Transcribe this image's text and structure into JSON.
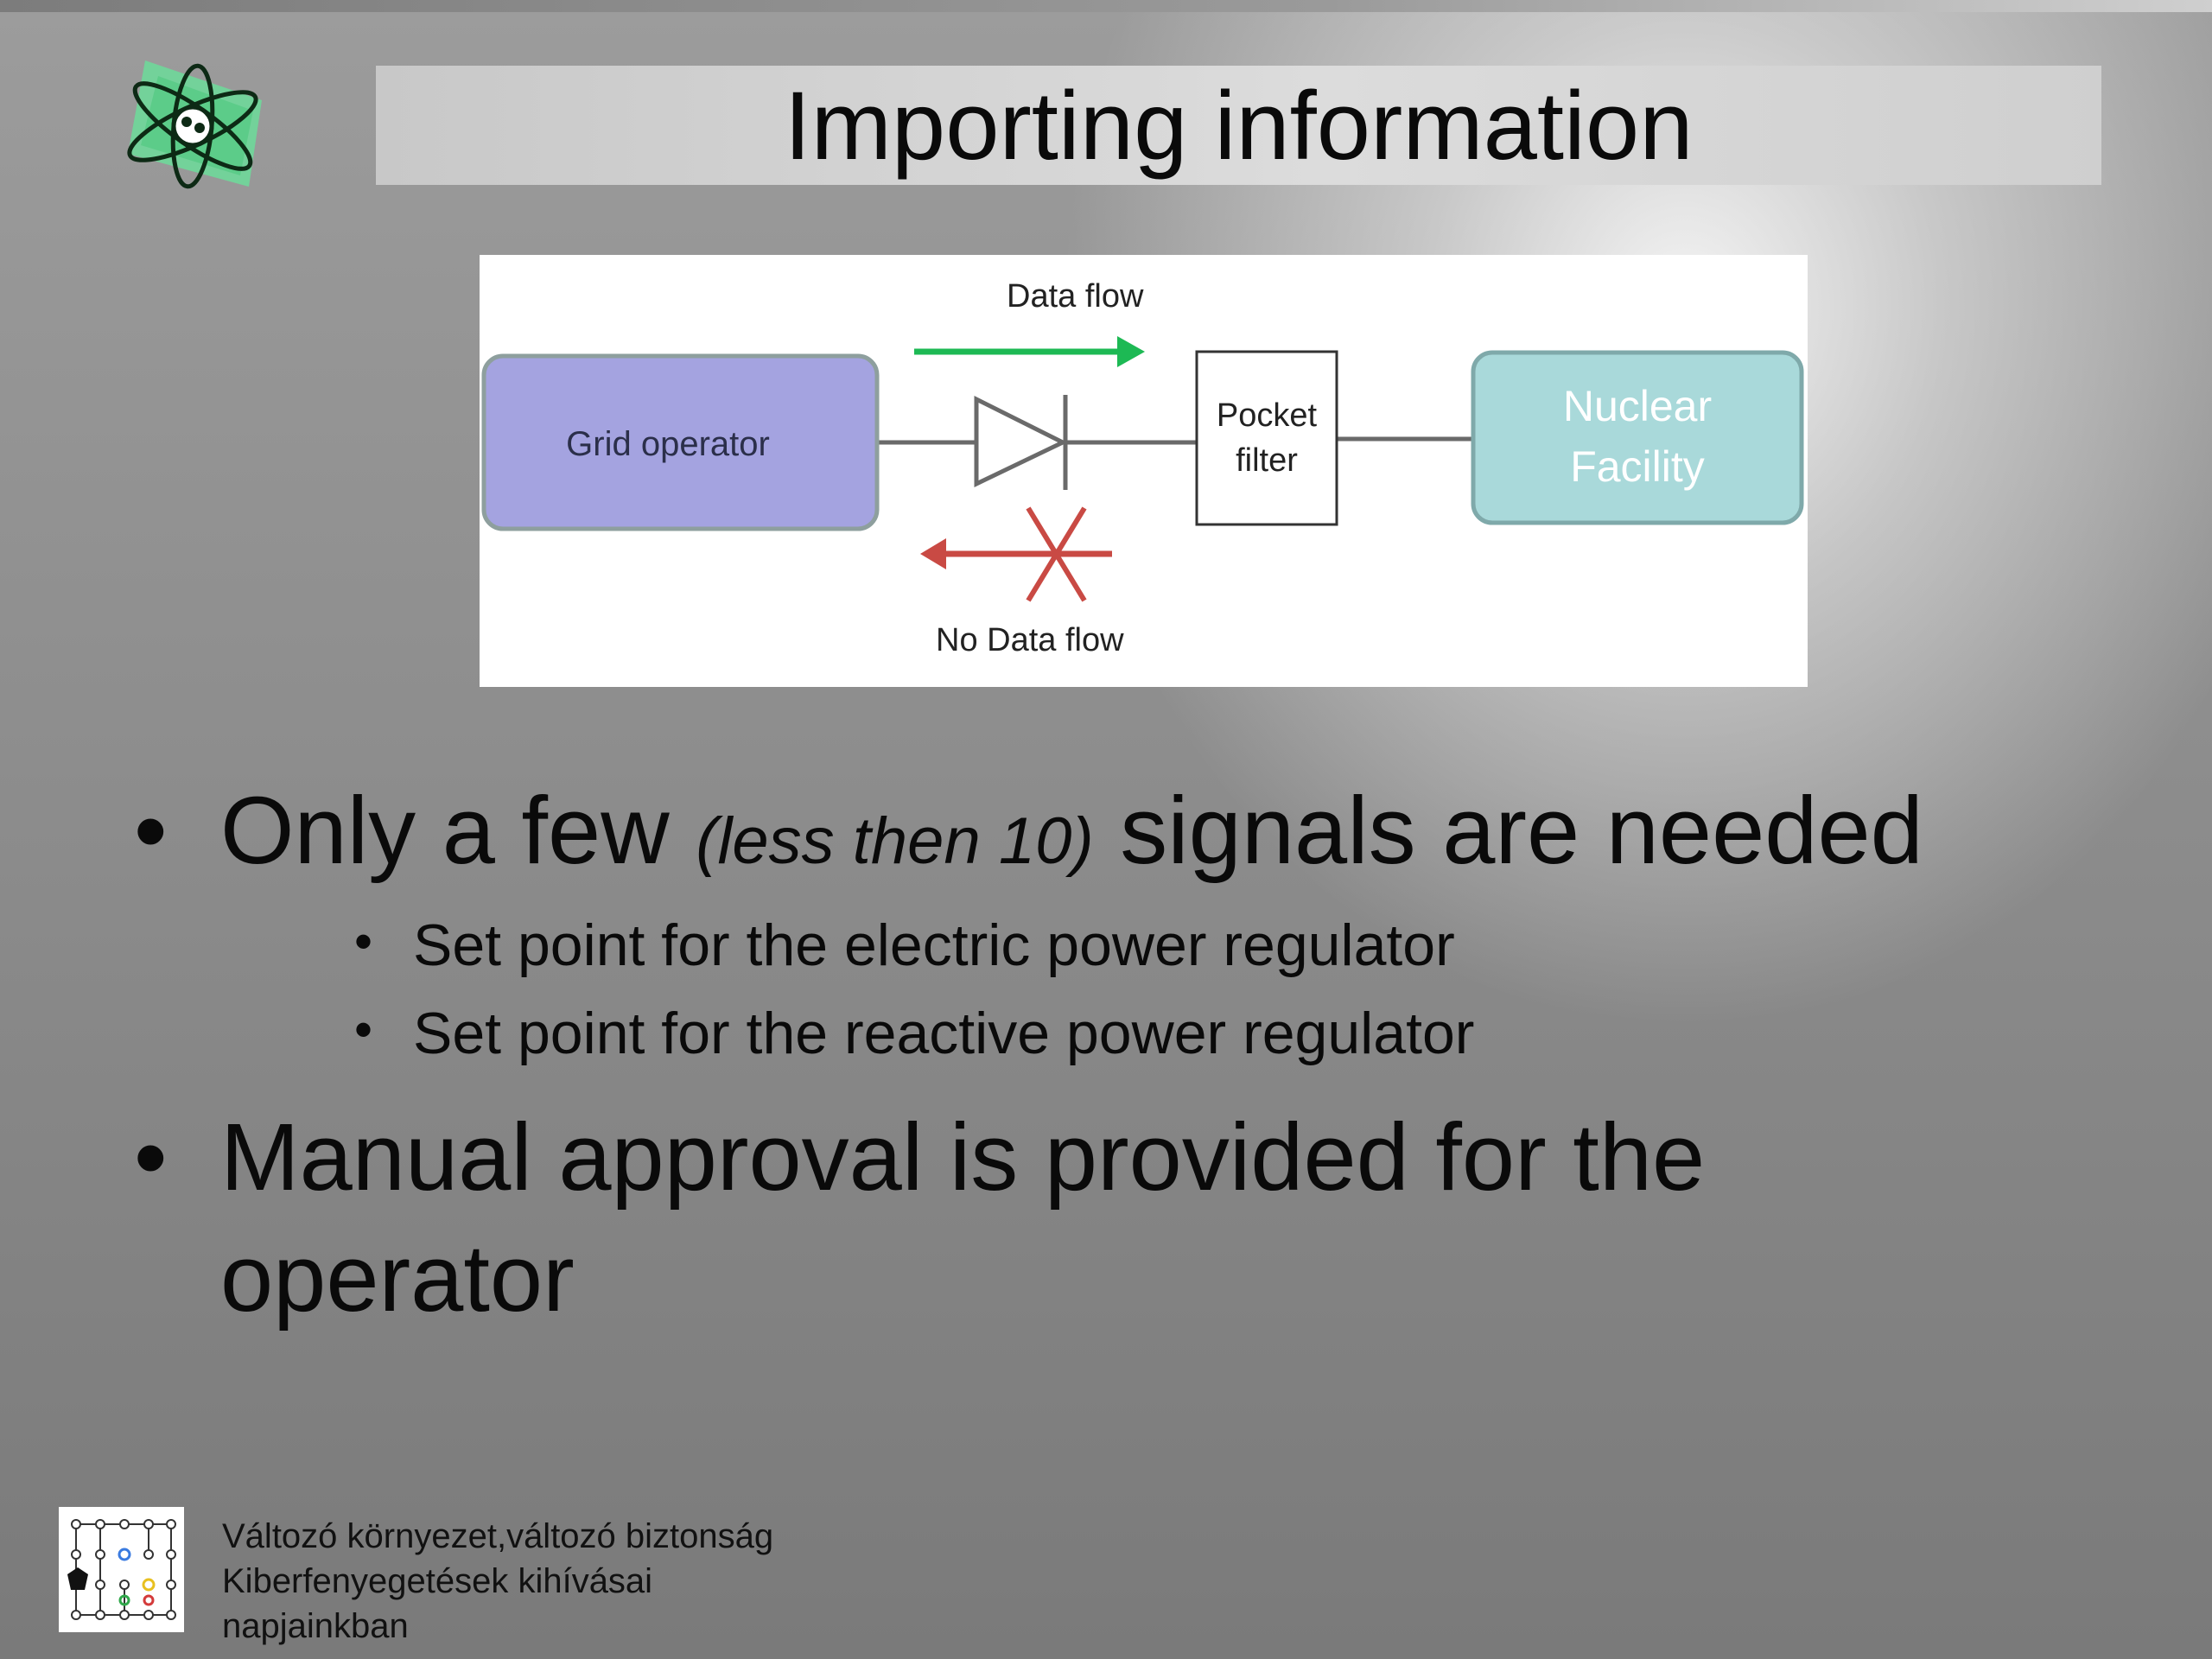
{
  "slide": {
    "title": "Importing information",
    "diagram": {
      "data_flow_label": "Data flow",
      "no_data_flow_label": "No Data flow",
      "grid_operator_label": "Grid operator",
      "pocket_filter_line1": "Pocket",
      "pocket_filter_line2": "filter",
      "nuclear_line1": "Nuclear",
      "nuclear_line2": "Facility",
      "colors": {
        "grid_operator_fill": "#a4a3e0",
        "nuclear_fill": "#a9d9da",
        "data_flow_arrow": "#1db954",
        "no_data_flow": "#c94a44"
      }
    },
    "bullets": [
      {
        "text_before": "Only a few",
        "text_italic": "(less then 10)",
        "text_after": "signals are needed",
        "sub": [
          "Set point for the electric power regulator",
          "Set point for the reactive power regulator"
        ]
      },
      {
        "text": "Manual approval is provided for the operator"
      }
    ],
    "bullet_char": "•",
    "footer": {
      "line1": "Változó környezet,változó biztonság",
      "line2": "Kiberfenyegetések kihívásai",
      "line3": "napjainkban"
    }
  }
}
